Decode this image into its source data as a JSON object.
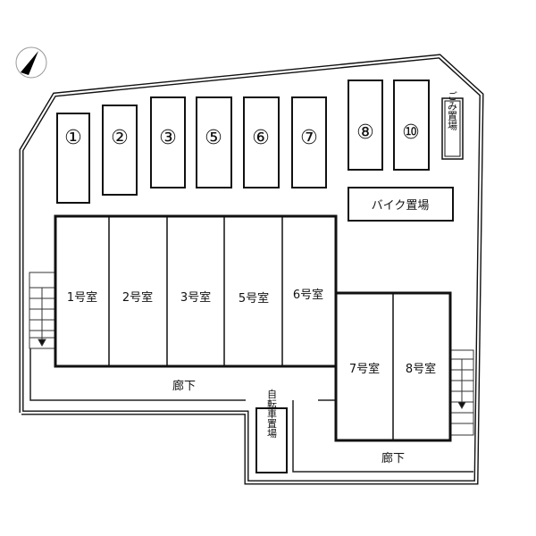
{
  "parking": [
    {
      "label": "①"
    },
    {
      "label": "②"
    },
    {
      "label": "③"
    },
    {
      "label": "⑤"
    },
    {
      "label": "⑥"
    },
    {
      "label": "⑦"
    },
    {
      "label": "⑧"
    },
    {
      "label": "⑩"
    }
  ],
  "garbage_area": "ごみ置場",
  "bike_parking": "バイク置場",
  "bicycle_parking": "自転車置場",
  "rooms_main": [
    {
      "label": "1号室"
    },
    {
      "label": "2号室"
    },
    {
      "label": "3号室"
    },
    {
      "label": "5号室"
    },
    {
      "label": "6号室"
    }
  ],
  "rooms_side": [
    {
      "label": "7号室"
    },
    {
      "label": "8号室"
    }
  ],
  "corridor_upper": "廊下",
  "corridor_lower": "廊下",
  "north_icon": "north-arrow-icon"
}
